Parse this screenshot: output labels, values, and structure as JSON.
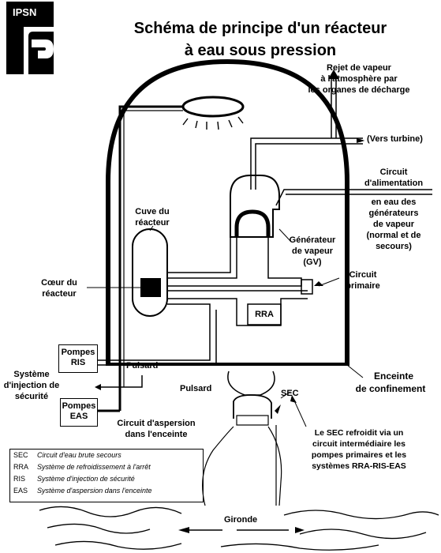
{
  "logo": {
    "text": "IPSN"
  },
  "title": {
    "line1": "Schéma de principe d'un réacteur",
    "line2": "à eau sous pression"
  },
  "labels": {
    "rejet_line1": "Rejet de vapeur",
    "rejet_line2": "à l'atmosphère par",
    "rejet_line3": "les organes de décharge",
    "vers_turbine": "(Vers turbine)",
    "circuit_alim_line1": "Circuit",
    "circuit_alim_line2": "d'alimentation",
    "circuit_alim_line3": "en eau des",
    "circuit_alim_line4": "générateurs",
    "circuit_alim_line5": "de vapeur",
    "circuit_alim_line6": "(normal et de",
    "circuit_alim_line7": "secours)",
    "cuve_line1": "Cuve du",
    "cuve_line2": "réacteur",
    "gv_line1": "Générateur",
    "gv_line2": "de vapeur",
    "gv_line3": "(GV)",
    "coeur_line1": "Cœur du",
    "coeur_line2": "réacteur",
    "primaire_line1": "Circuit",
    "primaire_line2": "primaire",
    "rra": "RRA",
    "pompes_ris_line1": "Pompes",
    "pompes_ris_line2": "RIS",
    "pulsard_1": "Pulsard",
    "pulsard_2": "Pulsard",
    "systeme_line1": "Système",
    "systeme_line2": "d'injection de",
    "systeme_line3": "sécurité",
    "enceinte_line1": "Enceinte",
    "enceinte_line2": "de confinement",
    "sec": "SEC",
    "pompes_eas_line1": "Pompes",
    "pompes_eas_line2": "EAS",
    "aspersion_line1": "Circuit d'aspersion",
    "aspersion_line2": "dans l'enceinte",
    "sec_note_line1": "Le SEC refroidit via un",
    "sec_note_line2": "circuit intermédiaire les",
    "sec_note_line3": "pompes primaires et les",
    "sec_note_line4": "systèmes RRA-RIS-EAS",
    "gironde": "Gironde"
  },
  "legend": [
    {
      "abbr": "SEC",
      "def": "Circuit d'eau brute secours"
    },
    {
      "abbr": "RRA",
      "def": "Système de refroidissement à l'arrêt"
    },
    {
      "abbr": "RIS",
      "def": "Système d'injection de sécurité"
    },
    {
      "abbr": "EAS",
      "def": "Système d'aspersion dans l'enceinte"
    }
  ]
}
